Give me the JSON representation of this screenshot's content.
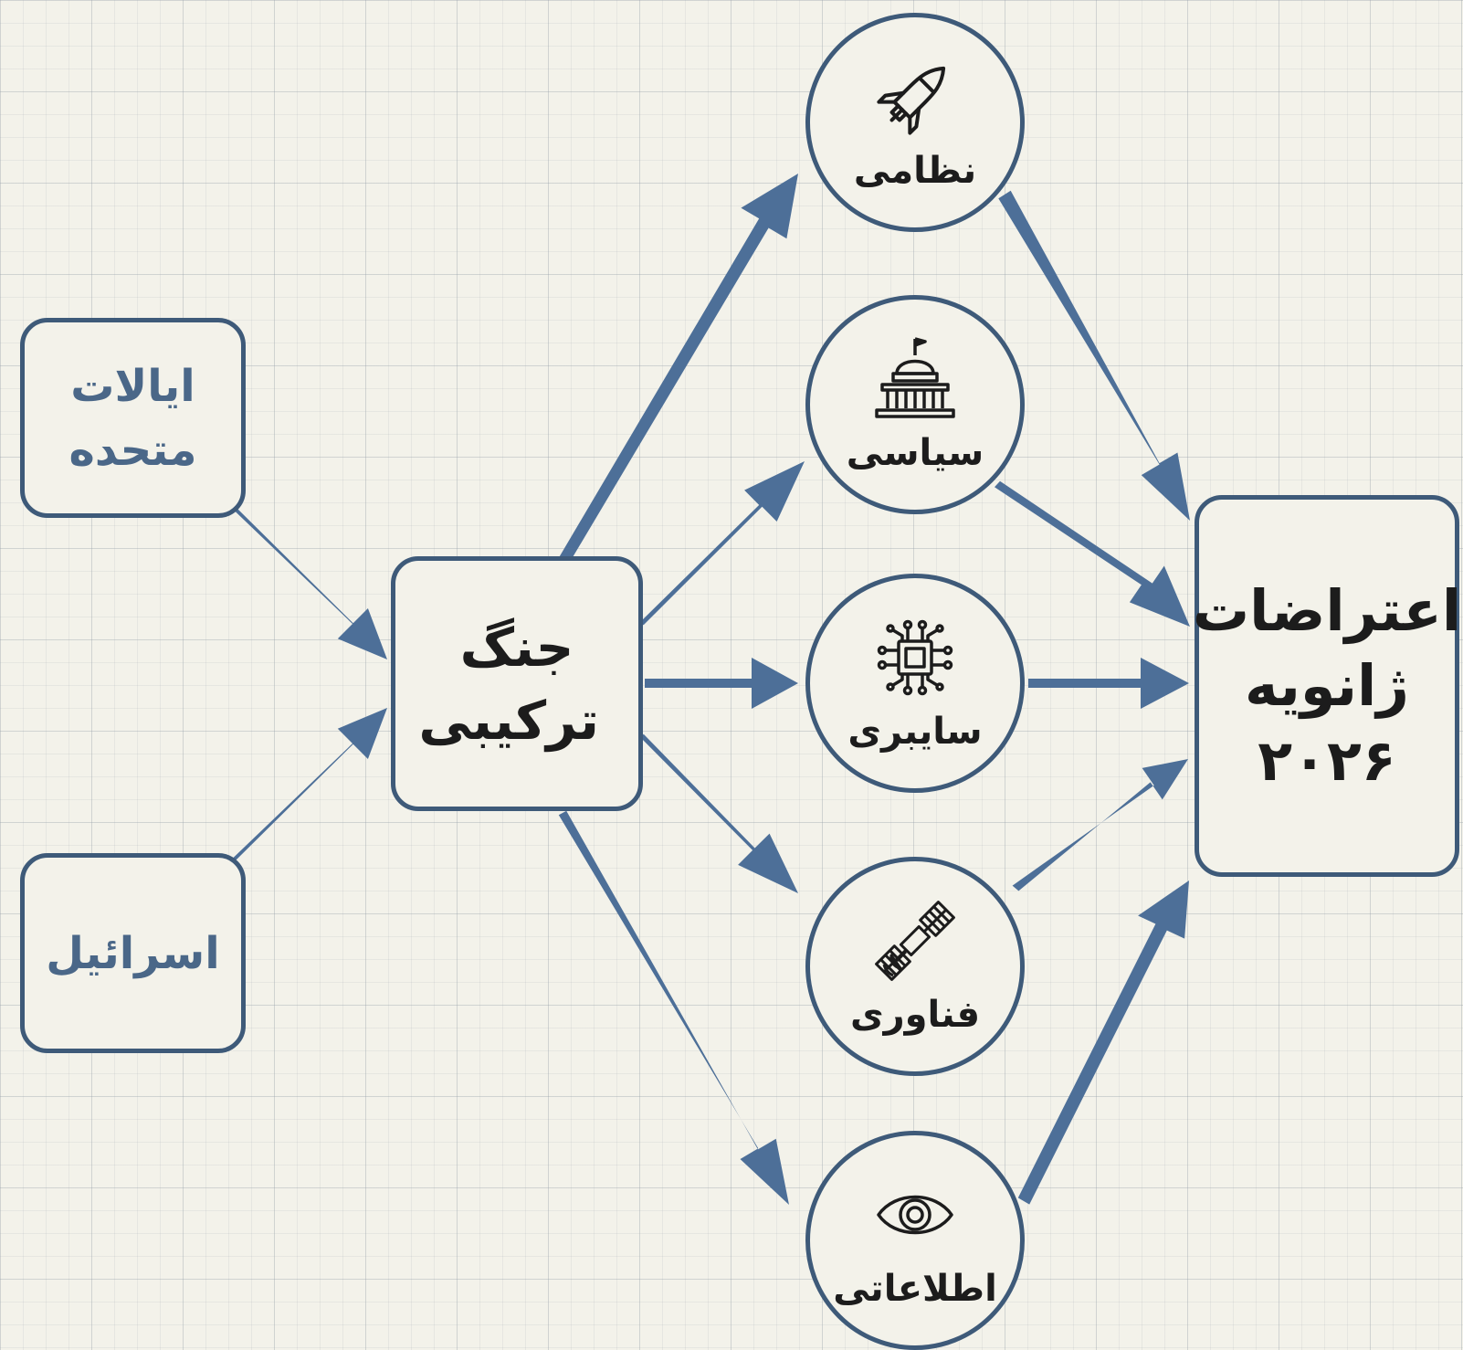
{
  "colors": {
    "accent": "#4d6f98",
    "border": "#3e5a79",
    "background": "#f3f2ea",
    "source_text": "#4a6788",
    "text": "#1c1c1c"
  },
  "sources": [
    {
      "id": "usa",
      "label": "ایالات متحده"
    },
    {
      "id": "israel",
      "label": "اسرائیل"
    }
  ],
  "hub": {
    "label": "جنگ ترکیبی"
  },
  "domains": [
    {
      "id": "military",
      "label": "نظامی",
      "icon": "rocket-icon"
    },
    {
      "id": "political",
      "label": "سیاسی",
      "icon": "capitol-building-icon"
    },
    {
      "id": "cyber",
      "label": "سایبری",
      "icon": "microchip-icon"
    },
    {
      "id": "technology",
      "label": "فناوری",
      "icon": "satellite-icon"
    },
    {
      "id": "intelligence",
      "label": "اطلاعاتی",
      "icon": "eye-icon"
    }
  ],
  "target": {
    "label_line1": "اعتراضات",
    "label_line2": "ژانویه",
    "label_line3": "۲۰۲۶"
  }
}
